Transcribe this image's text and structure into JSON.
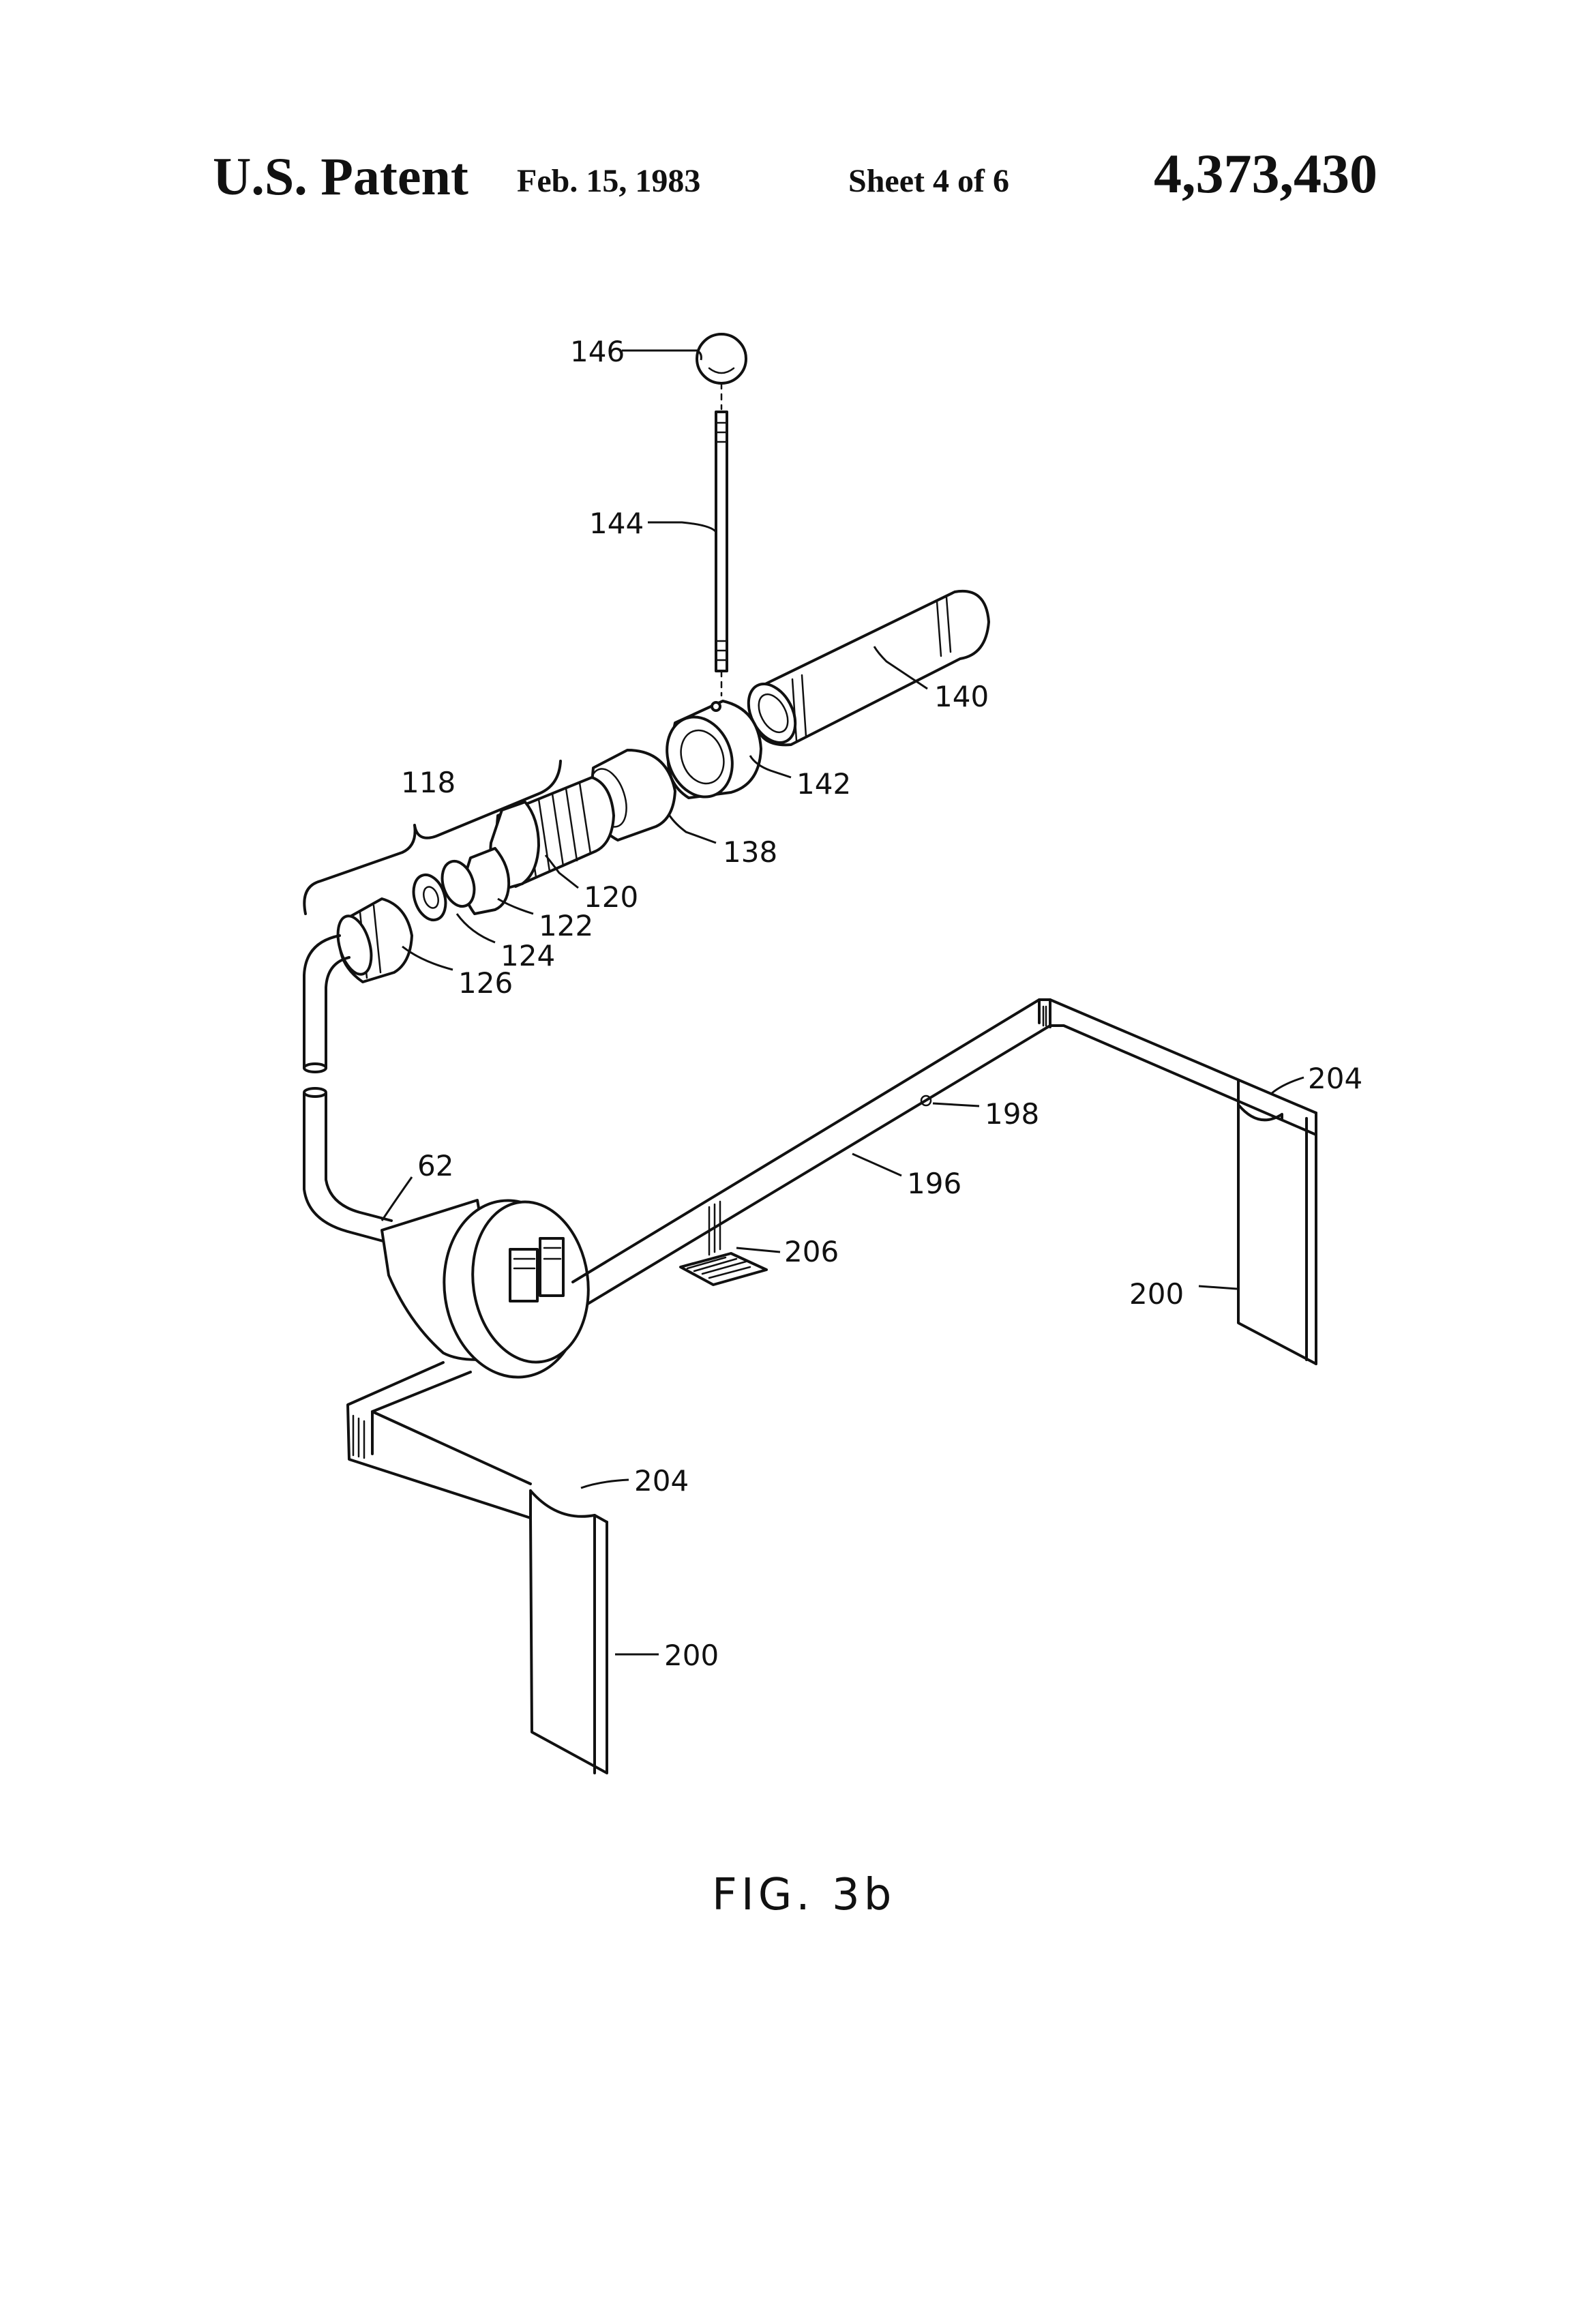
{
  "header": {
    "patent_label": "U.S. Patent",
    "date": "Feb. 15, 1983",
    "sheet": "Sheet 4 of 6",
    "patent_number": "4,373,430"
  },
  "figure": {
    "caption": "FIG. 3b",
    "reference_labels": {
      "r146": "146",
      "r144": "144",
      "r140": "140",
      "r142": "142",
      "r138": "138",
      "r118": "118",
      "r120": "120",
      "r122": "122",
      "r124": "124",
      "r126": "126",
      "r62": "62",
      "r198": "198",
      "r196": "196",
      "r204_right": "204",
      "r206": "206",
      "r200_right": "200",
      "r204_left": "204",
      "r200_left": "200"
    }
  }
}
